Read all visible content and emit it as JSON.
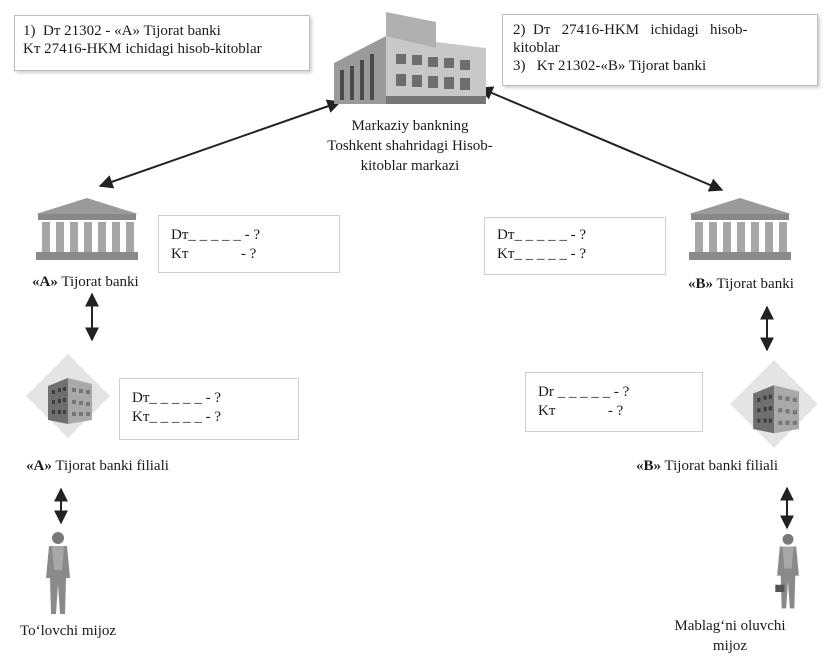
{
  "center": {
    "caption_lines": [
      "Markaziy bankning",
      "Toshkent shahridagi Hisob-",
      "kitoblar markazi"
    ]
  },
  "top_left_box": {
    "lines": [
      "1)  Dт 21302 - «A» Tijorat banki",
      "Kт 27416-HKM ichidagi hisob-kitoblar"
    ]
  },
  "top_right_box": {
    "lines": [
      "2)  Dт   27416-HKM   ichidagi   hisob-",
      "kitoblar",
      "3)   Kт 21302-«B» Tijorat banki"
    ]
  },
  "bank_a": {
    "label_bold": "«A»",
    "label_rest": " Tijorat banki",
    "entries": [
      "Dт_ _ _ _ _ - ?",
      "Kт              - ?"
    ]
  },
  "bank_b": {
    "label_bold": "«B»",
    "label_rest": " Tijorat banki",
    "entries": [
      "Dт_ _ _ _ _ - ?",
      "Kт_ _ _ _ _ - ?"
    ]
  },
  "branch_a": {
    "label_bold": "«A»",
    "label_rest": " Tijorat banki filiali",
    "entries": [
      "Dт_ _ _ _ _ - ?",
      "Kт_ _ _ _ _ - ?"
    ]
  },
  "branch_b": {
    "label_bold": "«B»",
    "label_rest": " Tijorat banki filiali",
    "entries": [
      "Dr _ _ _ _ _ - ?",
      "Kт              - ?"
    ]
  },
  "payer": {
    "label": "To‘lovchi mijoz"
  },
  "receiver": {
    "label_lines": [
      "Mablag‘ni oluvchi",
      "mijoz"
    ]
  },
  "colors": {
    "arrow": "#222222",
    "building_gray": "#8a8a8a",
    "box_border": "#bdbdbd"
  }
}
